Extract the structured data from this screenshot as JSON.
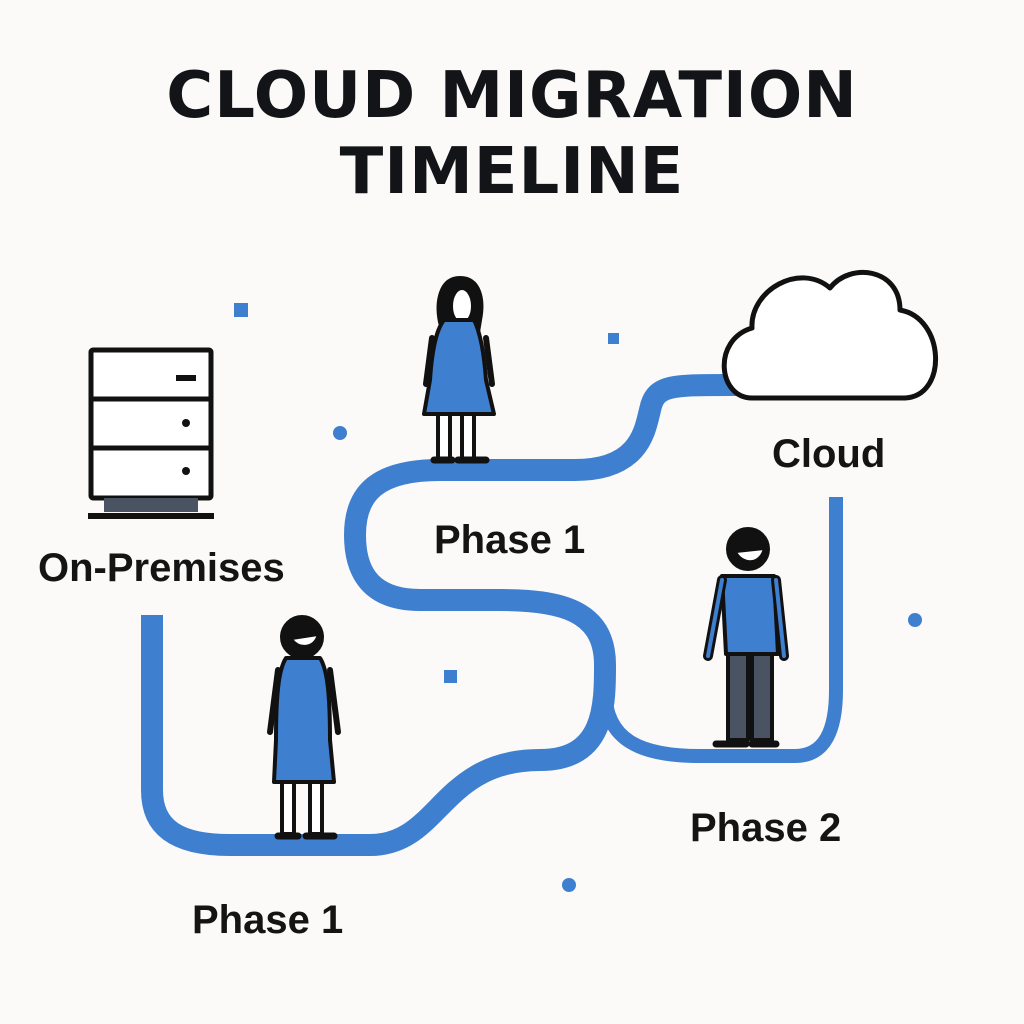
{
  "title": {
    "line1": "CLOUD MIGRATION",
    "line2": "TIMELINE"
  },
  "labels": {
    "on_premises": "On-Premises",
    "phase1_top": "Phase 1",
    "cloud": "Cloud",
    "phase2": "Phase 2",
    "phase1_bottom": "Phase 1"
  },
  "colors": {
    "accent": "#3f7fcf",
    "outline": "#111111",
    "background": "#fbfaf8",
    "pants": "#4a5361"
  },
  "icons": [
    "server-icon",
    "cloud-icon",
    "person-icon"
  ]
}
